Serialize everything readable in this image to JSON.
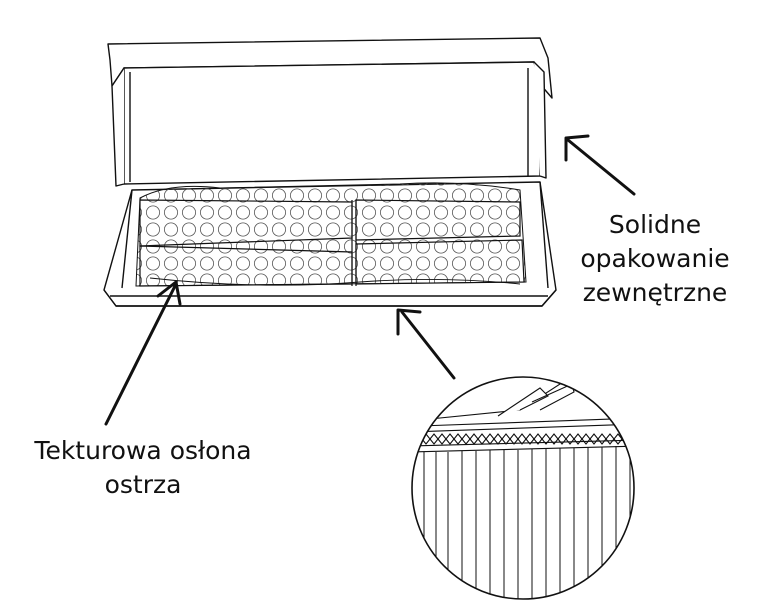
{
  "labels": {
    "outer_packaging": {
      "lines": [
        "Solidne",
        "opakowanie",
        "zewnętrzne"
      ]
    },
    "blade_guard": {
      "lines": [
        "Tekturowa osłona",
        "ostrza"
      ]
    }
  },
  "colors": {
    "stroke": "#111111",
    "background": "#ffffff",
    "bubble": "#555555"
  },
  "icons": {
    "arrow_outer": "arrow-up-left-icon",
    "arrow_bottom": "arrow-up-left-icon",
    "arrow_blade": "arrow-up-right-icon"
  }
}
